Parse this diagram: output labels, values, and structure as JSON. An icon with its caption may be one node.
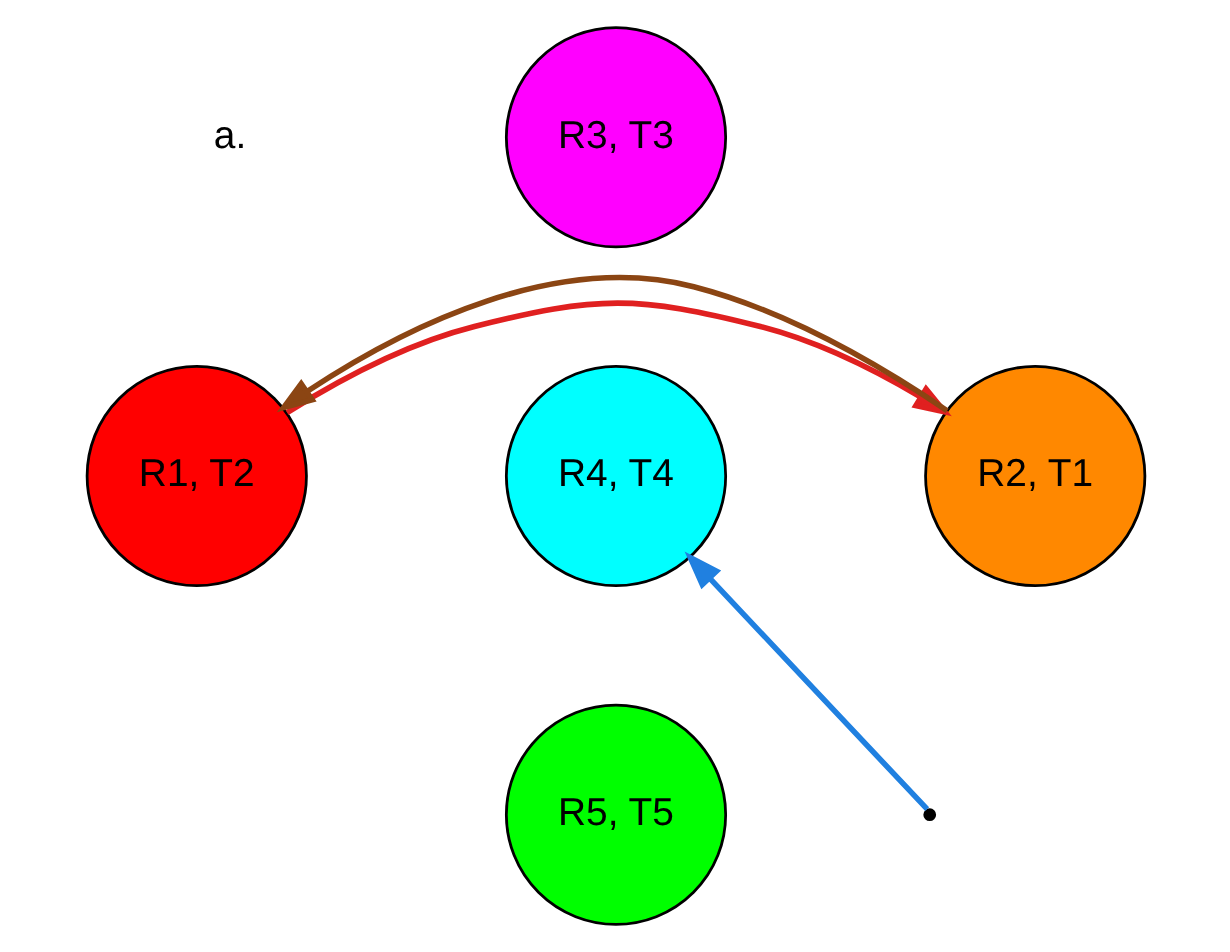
{
  "diagram": {
    "nodes": [
      {
        "text": [
          "R3, T3"
        ]
      },
      {
        "text": [
          "R1, T2"
        ]
      },
      {
        "text": [
          "R4, T4"
        ]
      },
      {
        "text": [
          "R2, T1"
        ]
      },
      {
        "text": [
          "R5, T5"
        ]
      }
    ],
    "edges": [
      {
        "from": 1,
        "to": 3,
        "arrow": "to",
        "color": "#e02020"
      },
      {
        "from": 3,
        "to": 1,
        "arrow": "to",
        "color": "#8b4513"
      },
      {
        "from": null,
        "to": 2,
        "arrow": "to",
        "color": "#2080e0"
      }
    ],
    "labels": [
      "a."
    ]
  }
}
